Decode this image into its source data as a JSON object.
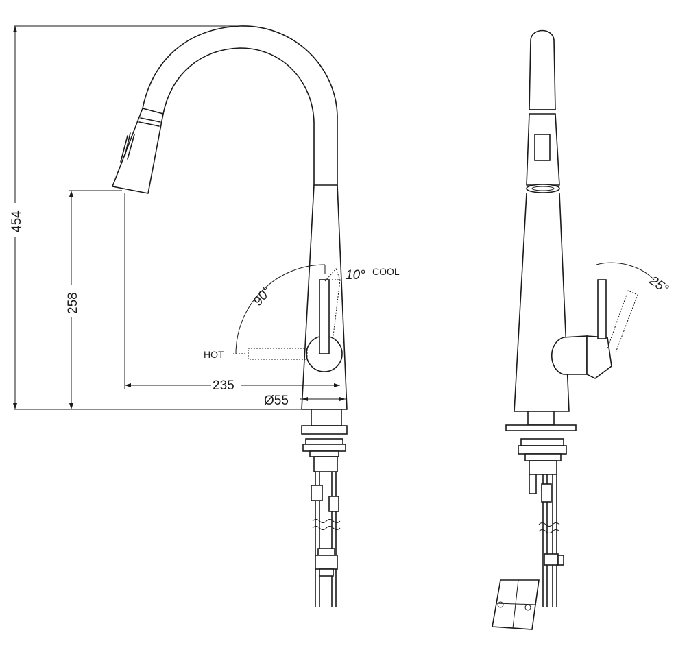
{
  "front_view": {
    "dimensions": {
      "total_height": "454",
      "spout_height": "258",
      "reach": "235",
      "base_diameter": "Ø55"
    },
    "angles": {
      "lever_swing": "90°",
      "cool_angle": "10°",
      "cool_label": "COOL",
      "hot_label": "HOT"
    }
  },
  "side_view": {
    "angles": {
      "lever_tilt": "25°"
    }
  }
}
